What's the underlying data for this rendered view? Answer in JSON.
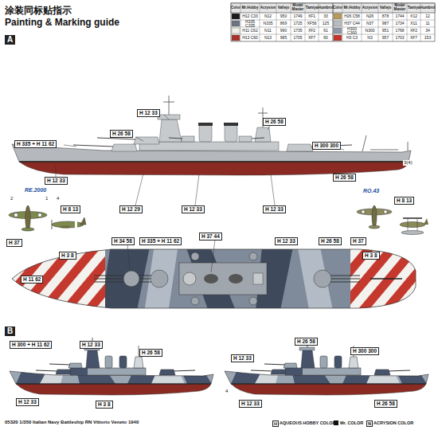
{
  "diagram": {
    "title": "涂装同标贴指示",
    "caption": "05320 1/350 Italian Navy Battleship RN Vittorio Veneto 1940",
    "labels": [
      "Painting & Marking guide",
      "A",
      "H 335 + H 11 62",
      "H 12 33",
      "H 26 58",
      "H 26 58",
      "H 300 300",
      "H 12 33",
      "H 26 58",
      "3(4)",
      "H 12 29",
      "H 12 33",
      "H 12 33",
      "RE.2000",
      "2",
      "4",
      "1",
      "H 8 13",
      "H 37",
      "RO.43",
      "H 8 13",
      "H 37",
      "H 3 8",
      "H 34 58",
      "H 11 62",
      "H 335 + H 11 62",
      "H 37 44",
      "H 12 33",
      "H 26 58",
      "H 3 8",
      "B",
      "H 300 + H 11 62",
      "H 12 33",
      "H 26 58",
      "H 12 33",
      "H 3 8",
      "H 12 33",
      "H 26 58",
      "H 300 300",
      "4",
      "H 12 33",
      "H 26 58",
      "H",
      "AQUEOUS HOBBY COLOR",
      "Mr. COLOR",
      "N",
      "ACRYSION COLOR",
      "Color",
      "Mr.Hobby",
      "Acrysion",
      "Vallejo",
      "Model Master",
      "Tamiya",
      "Humbrol",
      "Color",
      "Mr.Hobby",
      "Acrysion",
      "Vallejo",
      "Model Master",
      "Tamiya",
      "Humbrol",
      "H12 C33",
      "N12",
      "950",
      "1749",
      "XF1",
      "33",
      "H26 C58",
      "N26",
      "878",
      "1744",
      "X12",
      "12",
      "H335 C335",
      "N335",
      "869",
      "1725",
      "XF56",
      "125",
      "H37 C44",
      "N37",
      "987",
      "1734",
      "X11",
      "11",
      "H11 C62",
      "N11",
      "990",
      "1735",
      "XF2",
      "61",
      "H300 C300",
      "N300",
      "951",
      "1768",
      "XF2",
      "34",
      "H13 C60",
      "N13",
      "985",
      "1705",
      "XF7",
      "60",
      "H3 C3",
      "N3",
      "957",
      "1703",
      "XF7",
      "153"
    ]
  }
}
